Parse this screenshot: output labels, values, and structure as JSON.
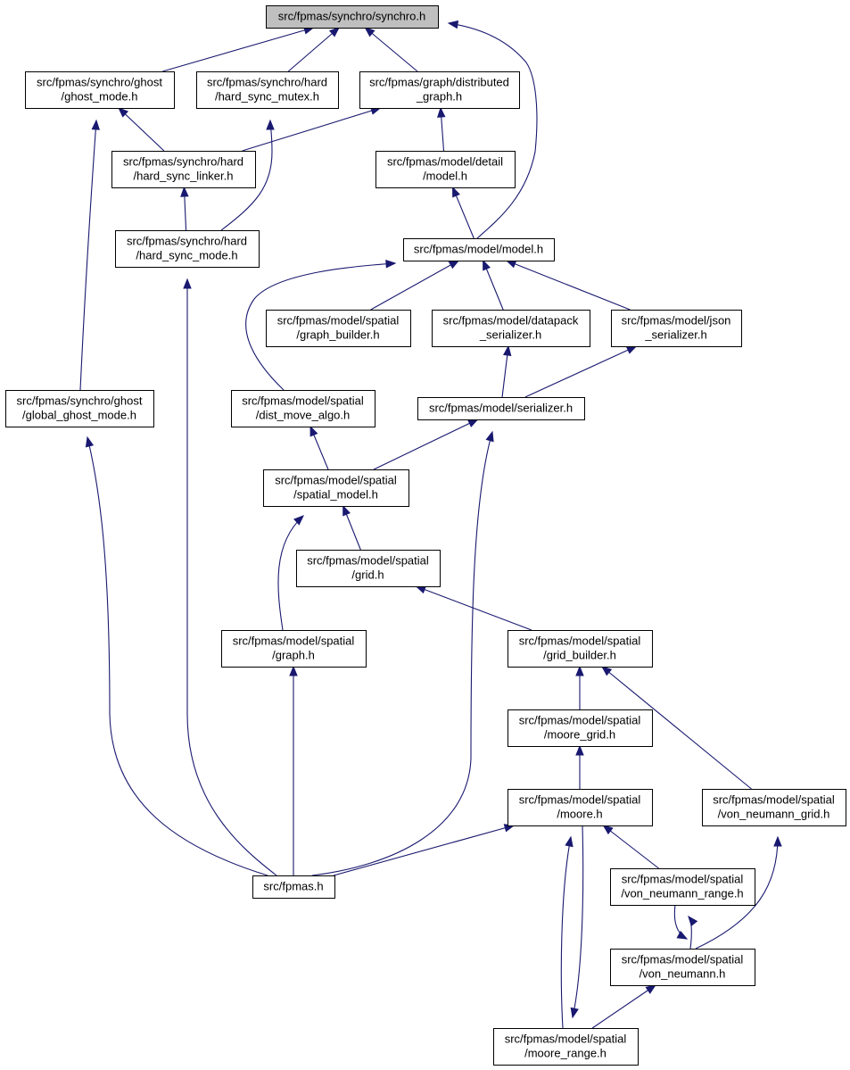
{
  "graph": {
    "nodes": [
      {
        "id": "synchro",
        "lines": [
          "src/fpmas/synchro/synchro.h"
        ],
        "root": true
      },
      {
        "id": "ghost_mode",
        "lines": [
          "src/fpmas/synchro/ghost",
          "/ghost_mode.h"
        ]
      },
      {
        "id": "hard_sync_mutex",
        "lines": [
          "src/fpmas/synchro/hard",
          "/hard_sync_mutex.h"
        ]
      },
      {
        "id": "distributed_graph",
        "lines": [
          "src/fpmas/graph/distributed",
          "_graph.h"
        ]
      },
      {
        "id": "hard_sync_linker",
        "lines": [
          "src/fpmas/synchro/hard",
          "/hard_sync_linker.h"
        ]
      },
      {
        "id": "detail_model",
        "lines": [
          "src/fpmas/model/detail",
          "/model.h"
        ]
      },
      {
        "id": "hard_sync_mode",
        "lines": [
          "src/fpmas/synchro/hard",
          "/hard_sync_mode.h"
        ]
      },
      {
        "id": "model",
        "lines": [
          "src/fpmas/model/model.h"
        ]
      },
      {
        "id": "graph_builder",
        "lines": [
          "src/fpmas/model/spatial",
          "/graph_builder.h"
        ]
      },
      {
        "id": "datapack_serializer",
        "lines": [
          "src/fpmas/model/datapack",
          "_serializer.h"
        ]
      },
      {
        "id": "json_serializer",
        "lines": [
          "src/fpmas/model/json",
          "_serializer.h"
        ]
      },
      {
        "id": "global_ghost_mode",
        "lines": [
          "src/fpmas/synchro/ghost",
          "/global_ghost_mode.h"
        ]
      },
      {
        "id": "dist_move_algo",
        "lines": [
          "src/fpmas/model/spatial",
          "/dist_move_algo.h"
        ]
      },
      {
        "id": "serializer",
        "lines": [
          "src/fpmas/model/serializer.h"
        ]
      },
      {
        "id": "spatial_model",
        "lines": [
          "src/fpmas/model/spatial",
          "/spatial_model.h"
        ]
      },
      {
        "id": "grid",
        "lines": [
          "src/fpmas/model/spatial",
          "/grid.h"
        ]
      },
      {
        "id": "spatial_graph",
        "lines": [
          "src/fpmas/model/spatial",
          "/graph.h"
        ]
      },
      {
        "id": "grid_builder",
        "lines": [
          "src/fpmas/model/spatial",
          "/grid_builder.h"
        ]
      },
      {
        "id": "moore_grid",
        "lines": [
          "src/fpmas/model/spatial",
          "/moore_grid.h"
        ]
      },
      {
        "id": "moore",
        "lines": [
          "src/fpmas/model/spatial",
          "/moore.h"
        ]
      },
      {
        "id": "von_neumann_grid",
        "lines": [
          "src/fpmas/model/spatial",
          "/von_neumann_grid.h"
        ]
      },
      {
        "id": "fpmas",
        "lines": [
          "src/fpmas.h"
        ]
      },
      {
        "id": "von_neumann_range",
        "lines": [
          "src/fpmas/model/spatial",
          "/von_neumann_range.h"
        ]
      },
      {
        "id": "von_neumann",
        "lines": [
          "src/fpmas/model/spatial",
          "/von_neumann.h"
        ]
      },
      {
        "id": "moore_range",
        "lines": [
          "src/fpmas/model/spatial",
          "/moore_range.h"
        ]
      }
    ],
    "edges": [
      {
        "from": "ghost_mode",
        "to": "synchro"
      },
      {
        "from": "hard_sync_mutex",
        "to": "synchro"
      },
      {
        "from": "distributed_graph",
        "to": "synchro"
      },
      {
        "from": "model",
        "to": "synchro"
      },
      {
        "from": "hard_sync_linker",
        "to": "ghost_mode"
      },
      {
        "from": "global_ghost_mode",
        "to": "ghost_mode"
      },
      {
        "from": "hard_sync_mode",
        "to": "hard_sync_mutex"
      },
      {
        "from": "hard_sync_linker",
        "to": "distributed_graph"
      },
      {
        "from": "detail_model",
        "to": "distributed_graph"
      },
      {
        "from": "hard_sync_mode",
        "to": "hard_sync_linker"
      },
      {
        "from": "model",
        "to": "detail_model"
      },
      {
        "from": "fpmas",
        "to": "hard_sync_mode"
      },
      {
        "from": "dist_move_algo",
        "to": "model"
      },
      {
        "from": "graph_builder",
        "to": "model"
      },
      {
        "from": "datapack_serializer",
        "to": "model"
      },
      {
        "from": "json_serializer",
        "to": "model"
      },
      {
        "from": "serializer",
        "to": "datapack_serializer"
      },
      {
        "from": "serializer",
        "to": "json_serializer"
      },
      {
        "from": "fpmas",
        "to": "global_ghost_mode"
      },
      {
        "from": "spatial_model",
        "to": "dist_move_algo"
      },
      {
        "from": "spatial_model",
        "to": "serializer"
      },
      {
        "from": "fpmas",
        "to": "serializer"
      },
      {
        "from": "grid",
        "to": "spatial_model"
      },
      {
        "from": "spatial_graph",
        "to": "spatial_model"
      },
      {
        "from": "grid_builder",
        "to": "grid"
      },
      {
        "from": "fpmas",
        "to": "spatial_graph"
      },
      {
        "from": "moore_grid",
        "to": "grid_builder"
      },
      {
        "from": "von_neumann_grid",
        "to": "grid_builder"
      },
      {
        "from": "moore",
        "to": "moore_grid"
      },
      {
        "from": "fpmas",
        "to": "moore"
      },
      {
        "from": "von_neumann_range",
        "to": "moore"
      },
      {
        "from": "moore_range",
        "to": "moore"
      },
      {
        "from": "von_neumann",
        "to": "von_neumann_grid"
      },
      {
        "from": "von_neumann",
        "to": "von_neumann_range"
      },
      {
        "from": "von_neumann_range",
        "to": "von_neumann"
      },
      {
        "from": "moore_range",
        "to": "von_neumann"
      },
      {
        "from": "moore",
        "to": "moore_range"
      }
    ]
  }
}
